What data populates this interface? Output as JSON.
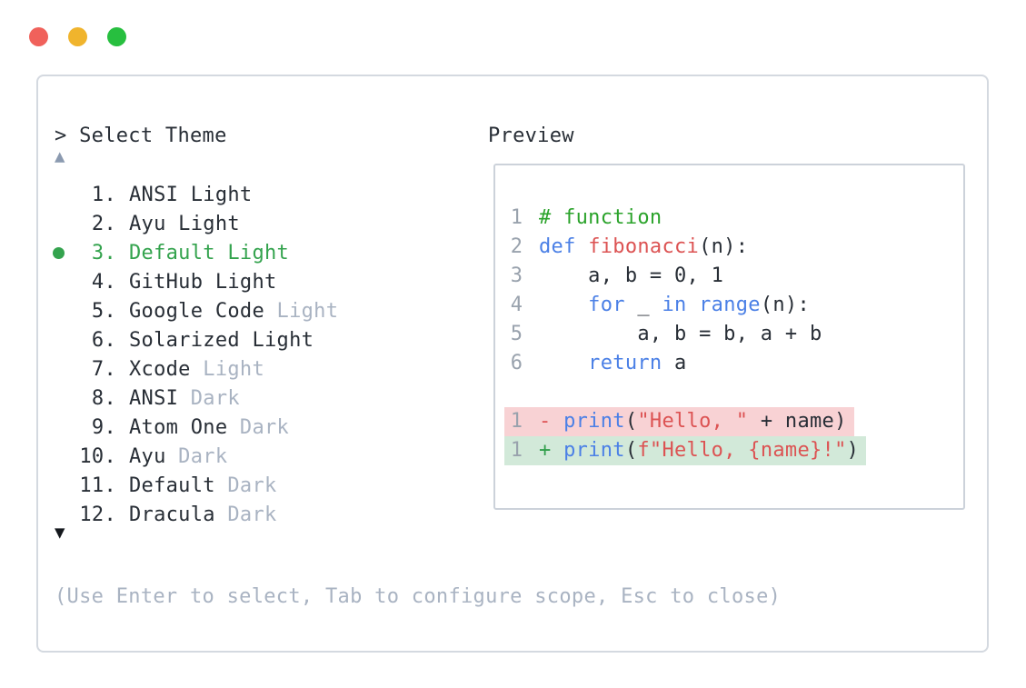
{
  "colors": {
    "text": "#282e36",
    "muted": "#a9b3c2",
    "line-number": "#99a2ad",
    "accent-green": "#34a34e",
    "kw-blue": "#4b80e6",
    "fn-red": "#dc5353",
    "comment-green": "#2ba32b",
    "plus-green": "#2f9e4a",
    "minus-red": "#de5456",
    "del-bg": "#f8d2d4",
    "add-bg": "#d2e9d9",
    "panel-border": "#d4d9e0",
    "preview-border": "#ccd2da",
    "scroll-up": "#8b9ab0",
    "scroll-down": "#14181d",
    "light-red": "#f0615b",
    "light-yellow": "#f0b42d",
    "light-green": "#27bf3f"
  },
  "icons": {
    "scroll_up": "▲",
    "scroll_down": "▼"
  },
  "prompt": "> Select Theme",
  "theme_list": {
    "items": [
      {
        "number": "1.",
        "name": "ANSI Light",
        "suffix": ""
      },
      {
        "number": "2.",
        "name": "Ayu Light",
        "suffix": ""
      },
      {
        "number": "3.",
        "name": "Default Light",
        "suffix": ""
      },
      {
        "number": "4.",
        "name": "GitHub Light",
        "suffix": ""
      },
      {
        "number": "5.",
        "name": "Google Code",
        "suffix": " Light"
      },
      {
        "number": "6.",
        "name": "Solarized Light",
        "suffix": ""
      },
      {
        "number": "7.",
        "name": "Xcode",
        "suffix": " Light"
      },
      {
        "number": "8.",
        "name": "ANSI",
        "suffix": " Dark"
      },
      {
        "number": "9.",
        "name": "Atom One",
        "suffix": " Dark"
      },
      {
        "number": "10.",
        "name": "Ayu",
        "suffix": " Dark"
      },
      {
        "number": "11.",
        "name": "Default",
        "suffix": " Dark"
      },
      {
        "number": "12.",
        "name": "Dracula",
        "suffix": " Dark"
      }
    ],
    "selected_index": 3
  },
  "preview": {
    "label": "Preview",
    "code": [
      {
        "ln": "1",
        "comment": "# function"
      },
      {
        "ln": "2",
        "kw": "def ",
        "fn": "fibonacci",
        "rest": "(n):"
      },
      {
        "ln": "3",
        "plain": "    a, b = 0, 1"
      },
      {
        "ln": "4",
        "kw1": "    for",
        "p1": " _ ",
        "kw2": "in ",
        "kw3": "range",
        "rest": "(n):"
      },
      {
        "ln": "5",
        "plain": "        a, b = b, a + b"
      },
      {
        "ln": "6",
        "kw": "    return",
        "rest": " a"
      },
      {
        "ln": "1",
        "sign": "- ",
        "kw": "print",
        "open": "(",
        "str": "\"Hello, \"",
        "rest": " + name)"
      },
      {
        "ln": "1",
        "sign": "+ ",
        "kw": "print",
        "open": "(",
        "str": "f\"Hello, {name}!\"",
        "rest": ")"
      }
    ]
  },
  "footer_hint": "(Use Enter to select, Tab to configure scope, Esc to close)"
}
